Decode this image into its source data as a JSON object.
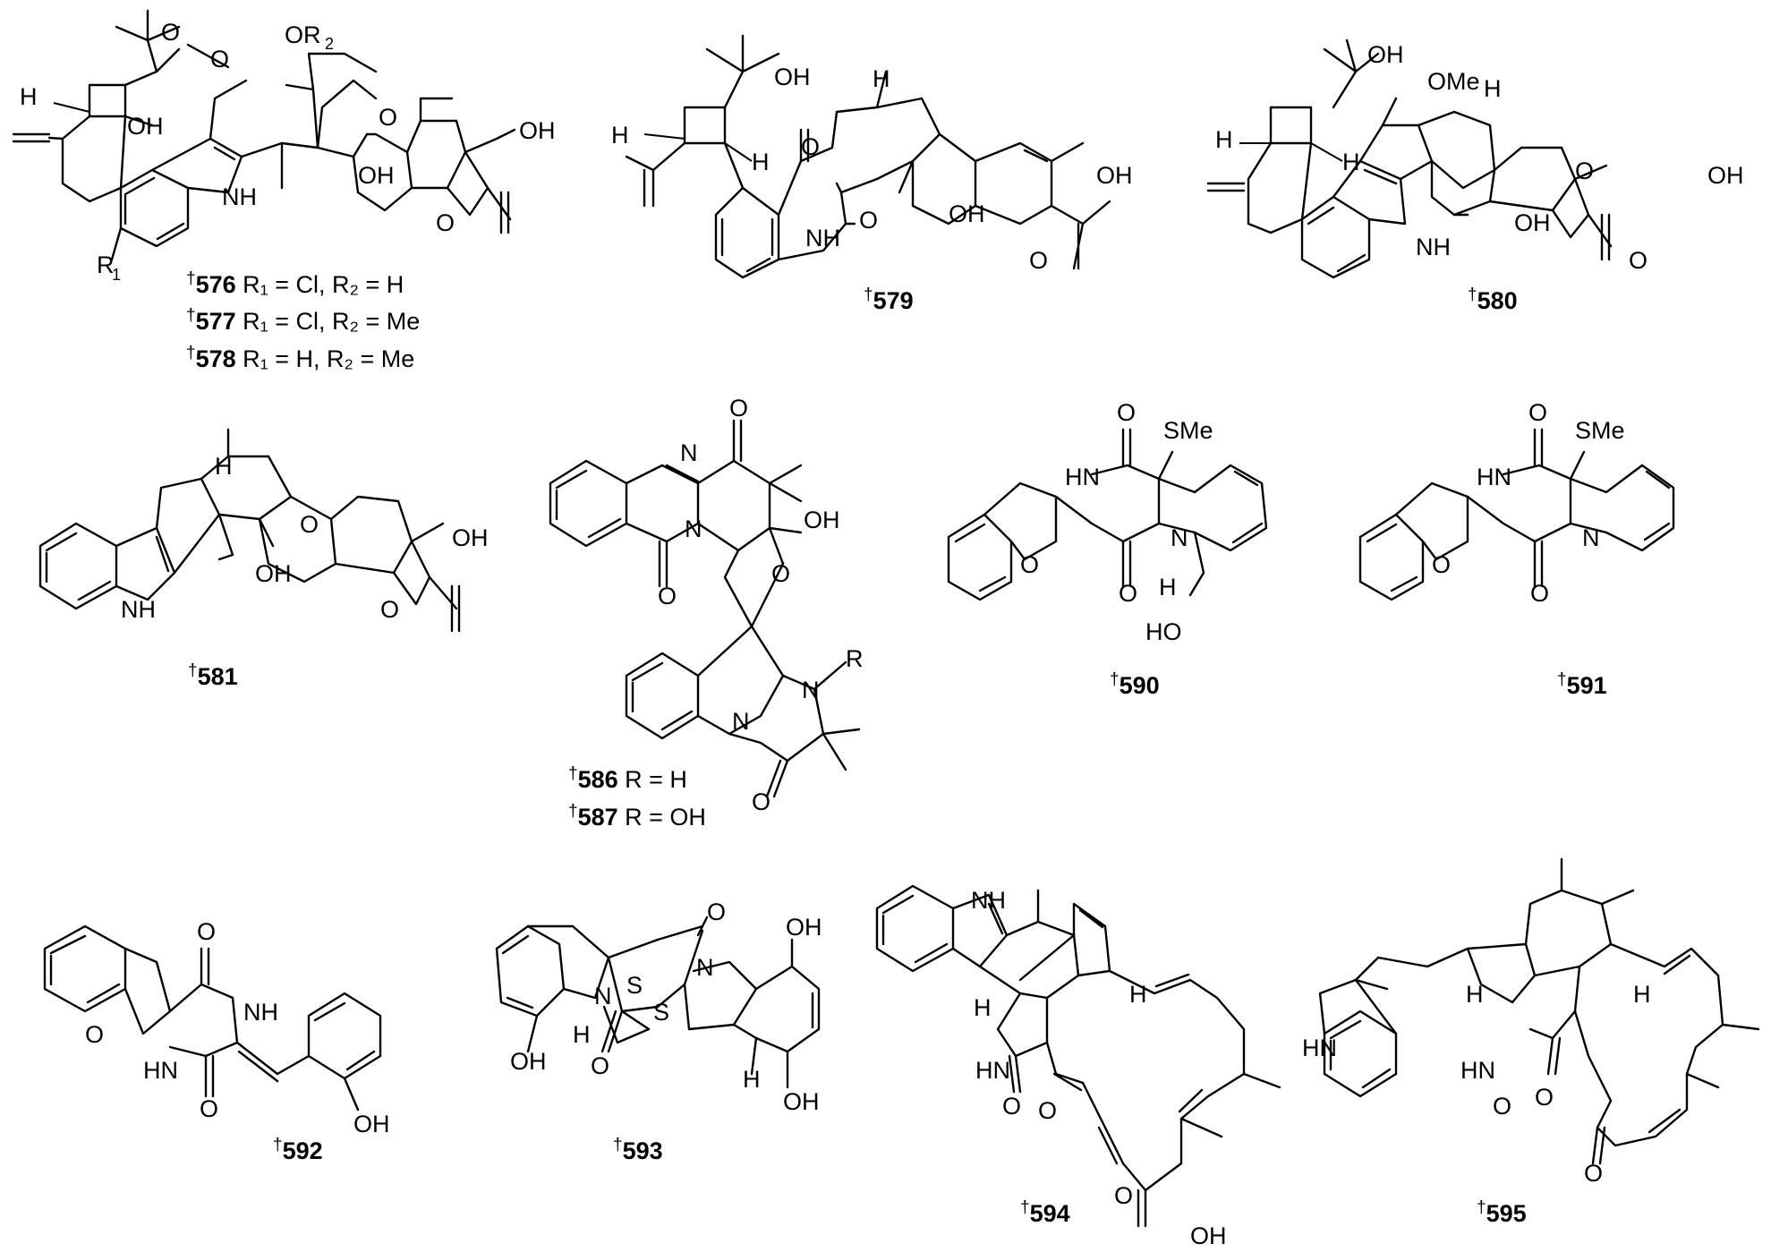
{
  "atoms": {
    "oh": "OH",
    "o": "O",
    "h": "H",
    "nh": "NH",
    "hn": "HN",
    "n": "N",
    "ho": "HO",
    "ome": "OMe",
    "or2": "OR",
    "r1": "R",
    "sme": "SMe",
    "s": "S",
    "sub2": "2",
    "sub1": "1",
    "r": "R"
  },
  "compounds": [
    {
      "id": "576",
      "text": " R₁ = Cl, R₂ = H"
    },
    {
      "id": "577",
      "text": " R₁ = Cl, R₂ = Me"
    },
    {
      "id": "578",
      "text": " R₁ = H, R₂ = Me"
    },
    {
      "id": "579",
      "text": ""
    },
    {
      "id": "580",
      "text": ""
    },
    {
      "id": "581",
      "text": ""
    },
    {
      "id": "586",
      "text": " R = H"
    },
    {
      "id": "587",
      "text": " R = OH"
    },
    {
      "id": "590",
      "text": ""
    },
    {
      "id": "591",
      "text": ""
    },
    {
      "id": "592",
      "text": ""
    },
    {
      "id": "593",
      "text": ""
    },
    {
      "id": "594",
      "text": ""
    },
    {
      "id": "595",
      "text": ""
    }
  ],
  "dagger": "†"
}
